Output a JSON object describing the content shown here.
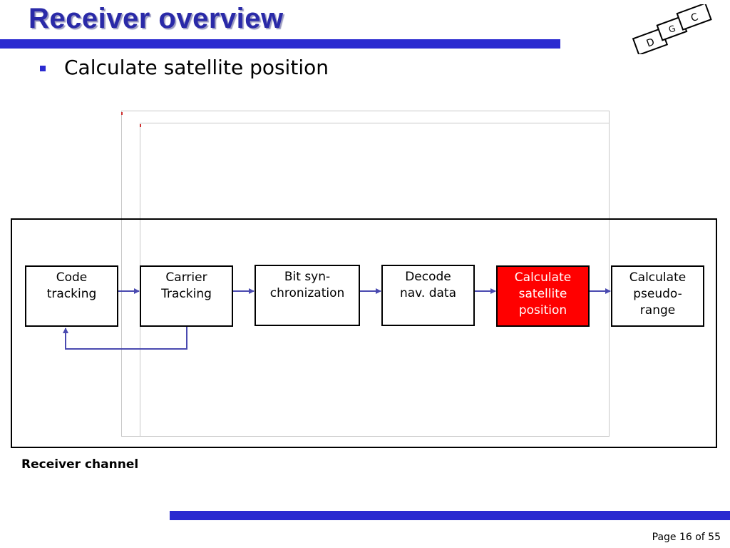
{
  "slide": {
    "title": "Receiver overview",
    "bullets": [
      "Calculate satellite position"
    ],
    "channel_label": "Receiver channel",
    "page_number": "Page 16 of 55"
  },
  "logo": {
    "letters": [
      "D",
      "G",
      "C"
    ]
  },
  "blocks": [
    {
      "label": "Code\ntracking",
      "active": false
    },
    {
      "label": "Carrier\nTracking",
      "active": false
    },
    {
      "label": "Bit syn-\nchronization",
      "active": false
    },
    {
      "label": "Decode\nnav. data",
      "active": false
    },
    {
      "label": "Calculate\nsatellite\nposition",
      "active": true
    },
    {
      "label": "Calculate\npseudo-\nrange",
      "active": false
    }
  ],
  "colors": {
    "title": "#2a2aa8",
    "rule": "#2a2ad0",
    "arrow": "#4a4ab0",
    "highlight_block": "#ff0000"
  }
}
